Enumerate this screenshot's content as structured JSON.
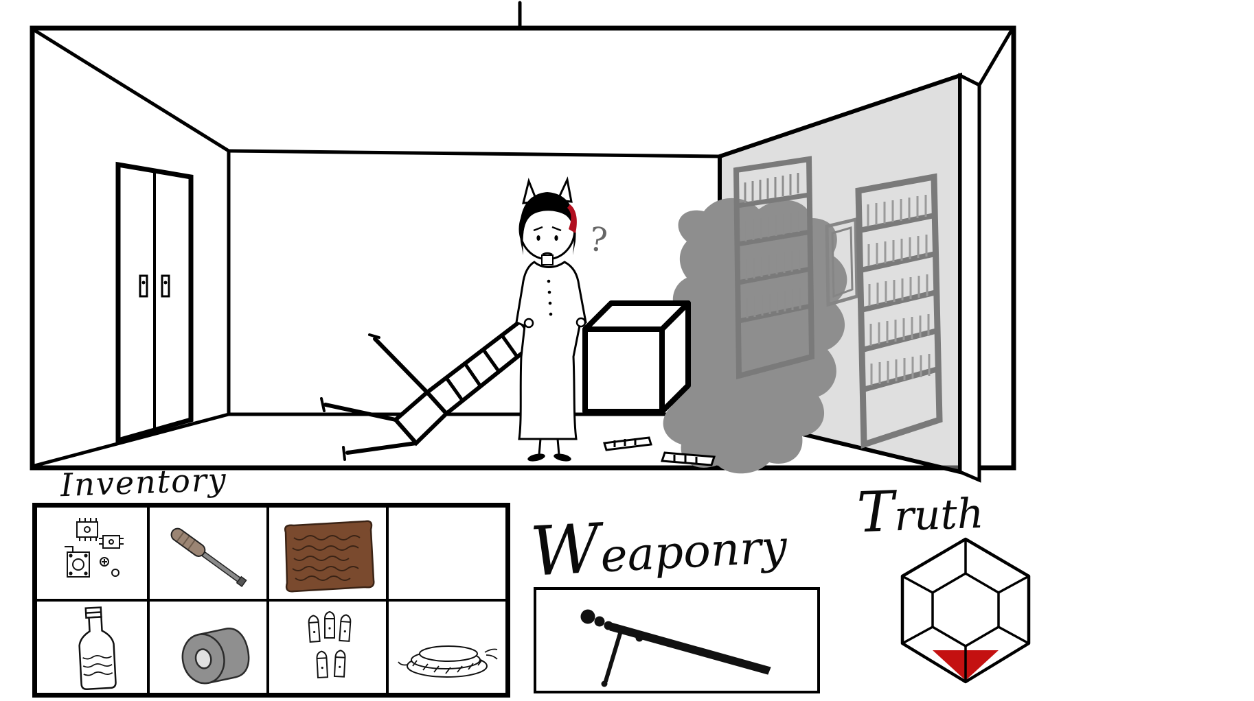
{
  "scene": {
    "question_mark": "?",
    "objects": [
      "double-doors",
      "overturned-chair",
      "character",
      "wooden-cube",
      "floor-debris",
      "bookshelf-small",
      "window-frame",
      "bookshelf-large",
      "shadow-blob"
    ]
  },
  "inventory": {
    "title": "Inventory",
    "slots": [
      {
        "item": "circuit-parts"
      },
      {
        "item": "screwdriver"
      },
      {
        "item": "parchment"
      },
      {
        "item": "empty"
      },
      {
        "item": "bottle"
      },
      {
        "item": "duct-tape-roll"
      },
      {
        "item": "bullets"
      },
      {
        "item": "rope-coil"
      }
    ]
  },
  "weaponry": {
    "title": "Weaponry",
    "items": [
      {
        "item": "cane"
      }
    ]
  },
  "truth": {
    "title": "Truth",
    "meter": {
      "shape": "hexagon-gem",
      "fill_color": "#c41111",
      "fill_level": "low"
    }
  },
  "colors": {
    "ink": "#000000",
    "shadow_gray": "#8e8e8e",
    "shelf_gray": "#7a7a7a",
    "parchment_brown": "#7a4a2e",
    "accent_red": "#b10f1f"
  }
}
